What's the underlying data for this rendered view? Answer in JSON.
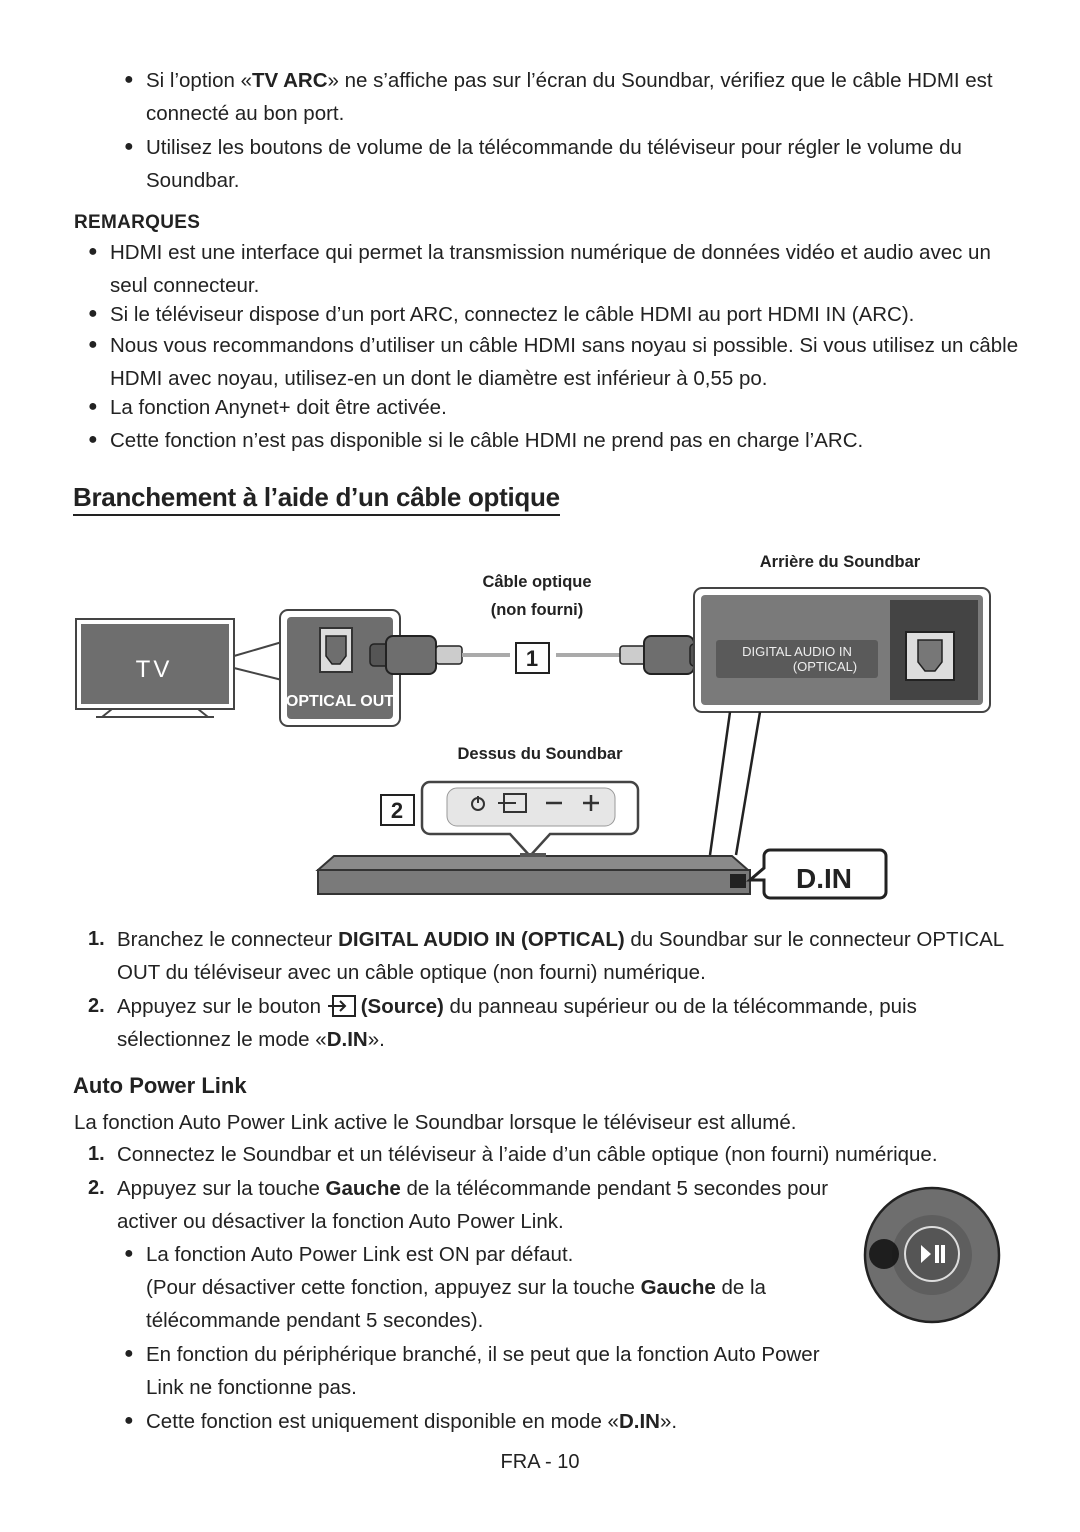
{
  "top_bullets": [
    {
      "pre": "Si l’option «",
      "bold": "TV ARC",
      "post": "» ne s’affiche pas sur l’écran du Soundbar, vérifiez que le câble HDMI est",
      "line2": "connecté au bon port."
    },
    {
      "line1": "Utilisez les boutons de volume de la télécommande du téléviseur pour régler le volume du",
      "line2": "Soundbar."
    }
  ],
  "remarques": {
    "title": "REMARQUES",
    "items": [
      {
        "line1": "HDMI est une interface qui permet la transmission numérique de données vidéo et audio avec un",
        "line2": "seul connecteur."
      },
      {
        "line1": "Si le téléviseur dispose d’un port ARC, connectez le câble HDMI au port HDMI IN (ARC)."
      },
      {
        "line1": "Nous vous recommandons d’utiliser un câble HDMI sans noyau si possible. Si vous utilisez un câble",
        "line2": "HDMI avec noyau, utilisez-en un dont le diamètre est inférieur à 0,55 po."
      },
      {
        "line1": "La fonction Anynet+ doit être activée."
      },
      {
        "line1": "Cette fonction n’est pas disponible si le câble HDMI ne prend pas en charge l’ARC."
      }
    ]
  },
  "section_title": "Branchement à l’aide d’un câble optique",
  "diagram": {
    "tv_label": "TV",
    "optical_out": "OPTICAL OUT",
    "cable_label_1": "Câble optique",
    "cable_label_2": "(non fourni)",
    "rear_label": "Arrière du Soundbar",
    "digital_in_1": "DIGITAL AUDIO IN",
    "digital_in_2": "(OPTICAL)",
    "top_label": "Dessus du Soundbar",
    "step1": "1",
    "step2": "2",
    "din": "D.IN"
  },
  "steps": [
    {
      "num": "1.",
      "pre": "Branchez le connecteur ",
      "bold": "DIGITAL AUDIO IN (OPTICAL)",
      "post": " du Soundbar sur le connecteur OPTICAL",
      "line2": "OUT du téléviseur avec un câble optique (non fourni) numérique."
    },
    {
      "num": "2.",
      "pre": "Appuyez sur le bouton ",
      "bold": "(Source)",
      "post": " du panneau supérieur ou de la télécommande, puis",
      "line2_pre": "sélectionnez le mode «",
      "line2_bold": "D.IN",
      "line2_post": "»."
    }
  ],
  "apl": {
    "title": "Auto Power Link",
    "intro": "La fonction Auto Power Link active le Soundbar lorsque le téléviseur est allumé.",
    "step1_num": "1.",
    "step1": "Connectez le Soundbar et un téléviseur à l’aide d’un câble optique (non fourni) numérique.",
    "step2_num": "2.",
    "step2_pre": "Appuyez sur la touche ",
    "step2_bold": "Gauche",
    "step2_post": " de la télécommande pendant 5 secondes pour",
    "step2_line2": "activer ou désactiver la fonction Auto Power Link.",
    "b1": "La fonction Auto Power Link est ON par défaut.",
    "b1_sub_pre": "(Pour désactiver cette fonction, appuyez sur la touche ",
    "b1_sub_bold": "Gauche",
    "b1_sub_post": " de la",
    "b1_sub_line2": "télécommande pendant 5 secondes).",
    "b2_line1": "En fonction du périphérique branché, il se peut que la fonction Auto Power",
    "b2_line2": "Link ne fonctionne pas.",
    "b3_pre": "Cette fonction est uniquement disponible en mode «",
    "b3_bold": "D.IN",
    "b3_post": "»."
  },
  "footer": "FRA - 10",
  "colors": {
    "panel": "#6e6e6e",
    "dark": "#333333",
    "text": "#222222"
  }
}
